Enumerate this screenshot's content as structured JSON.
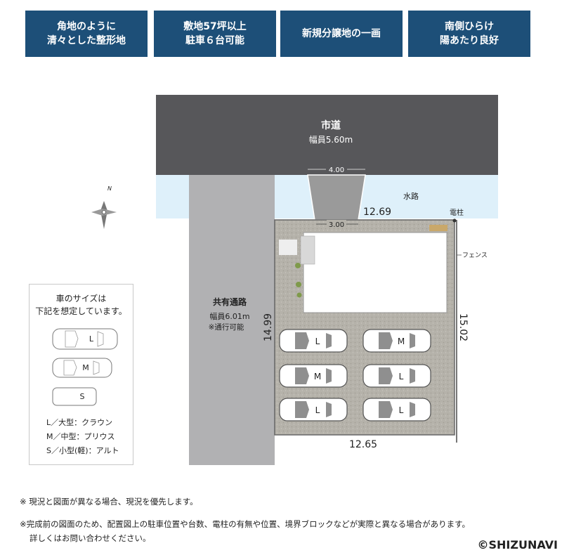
{
  "badges": [
    {
      "line1": "角地のように",
      "line2": "清々とした整形地"
    },
    {
      "line1": "敷地57坪以上",
      "line2": "駐車６台可能"
    },
    {
      "line1": "新規分譲地の一画",
      "line2": ""
    },
    {
      "line1": "南側ひらけ",
      "line2": "陽あたり良好"
    }
  ],
  "road": {
    "name": "市道",
    "width": "幅員5.60m"
  },
  "dims": {
    "driveway_top": "4.00",
    "driveway_bottom": "3.00",
    "lot_top": "12.69",
    "lot_bottom": "12.65",
    "lot_left": "14.99",
    "lot_right": "15.02"
  },
  "labels": {
    "waterway": "水路",
    "pole": "電柱",
    "fence": "フェンス",
    "shared_road": "共有通路",
    "shared_road_width": "幅員6.01m",
    "shared_road_note": "※通行可能",
    "north": "N"
  },
  "cars": [
    {
      "size": "L"
    },
    {
      "size": "M"
    },
    {
      "size": "M"
    },
    {
      "size": "L"
    },
    {
      "size": "L"
    },
    {
      "size": "L"
    }
  ],
  "legend": {
    "title1": "車のサイズは",
    "title2": "下記を想定しています。",
    "samples": [
      "L",
      "M",
      "S"
    ],
    "lines": [
      "L／大型：クラウン",
      "M／中型：プリウス",
      "S／小型(軽)：アルト"
    ]
  },
  "notes": [
    "※ 現況と図面が異なる場合、現況を優先します。",
    "※完成前の図面のため、配置図上の駐車位置や台数、電柱の有無や位置、境界ブロックなどが実際と異なる場合があります。",
    "詳しくはお問い合わせください。"
  ],
  "copyright": "©SHIZUNAVI",
  "colors": {
    "badge": "#1d4f78",
    "road": "#57575a",
    "waterway": "#def0fa",
    "lot": "#b5b2aa",
    "shared": "#b1b1b3"
  }
}
